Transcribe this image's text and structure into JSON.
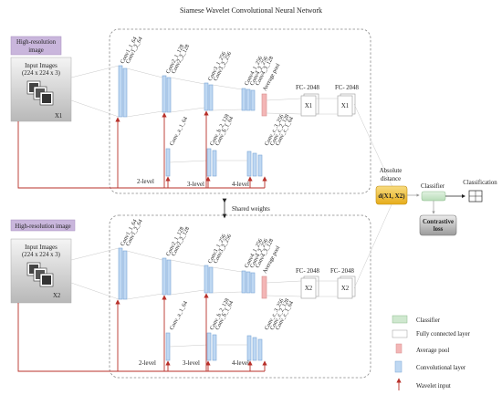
{
  "title": "Siamese Wavelet Convolutional Neural Network",
  "branch_top": {
    "hr_label_lines": [
      "High-resolution",
      "image"
    ],
    "input_lines": [
      "Input Images",
      "(224 x 224 x 3)"
    ],
    "input_id": "X1",
    "fc1": "FC- 2048",
    "fc2": "FC- 2048",
    "fc_out1": "X1",
    "fc_out2": "X1"
  },
  "branch_bottom": {
    "hr_label": "High-resolution image",
    "input_lines": [
      "Input Images",
      "(224 x 224 x 3)"
    ],
    "input_id": "X2",
    "fc1": "FC- 2048",
    "fc2": "FC- 2048",
    "fc_out1": "X2",
    "fc_out2": "X2"
  },
  "layers": {
    "conv1": [
      "Conv1_1_64",
      "Conv1_2_64"
    ],
    "conv2": [
      "Conv2_1_128",
      "Conv2_2_128"
    ],
    "conv3": [
      "Conv3_1_256",
      "Conv3_2_256"
    ],
    "conv4": [
      "Conv4_1_256",
      "Conv4_2_256",
      "Conv4_3_128"
    ],
    "pool": "Average pool",
    "conv_a": "Conv_a_1_64",
    "conv_b": [
      "Conv_b_2_128",
      "Conv_b_1_64"
    ],
    "conv_c": [
      "Conv_c_3_256",
      "Conv_c_2_128",
      "Conv_c_1_64"
    ]
  },
  "levels": [
    "2-level",
    "3-level",
    "4-level"
  ],
  "shared_weights": "Shared weights",
  "distance": {
    "label_lines": [
      "Absolute",
      "distance"
    ],
    "formula": "d(X1, X2)"
  },
  "classifier": "Classifier",
  "contrastive_lines": [
    "Contrastive",
    "loss"
  ],
  "classification": "Classification",
  "legend": [
    {
      "label": "Classifier",
      "kind": "classifier"
    },
    {
      "label": "Fully connected layer",
      "kind": "fc"
    },
    {
      "label": "Average pool",
      "kind": "pool"
    },
    {
      "label": "Convolutional layer",
      "kind": "conv"
    },
    {
      "label": "Wavelet input",
      "kind": "arrow"
    }
  ],
  "colors": {
    "conv": "#bfd8f2",
    "pool": "#f3b6b6",
    "classifier": "#cfe8cf",
    "distance": "#f0c030",
    "hr_label": "#c9b6dc",
    "wavelet_arrow": "#b8302a"
  }
}
